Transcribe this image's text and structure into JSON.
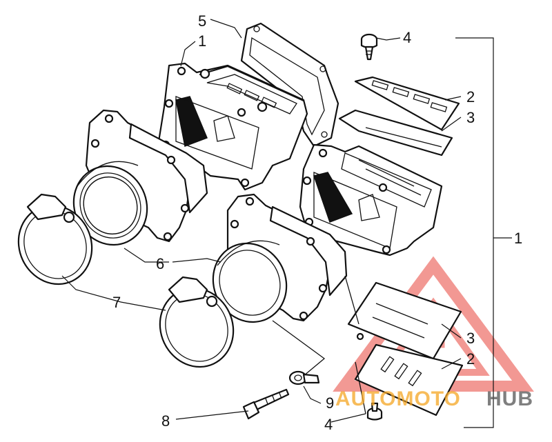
{
  "callouts": {
    "c1a": "1",
    "c1b": "1",
    "c2a": "2",
    "c2b": "2",
    "c3a": "3",
    "c3b": "3",
    "c4a": "4",
    "c4b": "4",
    "c5": "5",
    "c6": "6",
    "c7": "7",
    "c8": "8",
    "c9": "9"
  },
  "watermark": {
    "text_auto": "AUTOMOTO",
    "text_hub": "HUB",
    "color_red": "#e8453c",
    "color_orange": "#f5a623",
    "color_gray": "#555555"
  }
}
